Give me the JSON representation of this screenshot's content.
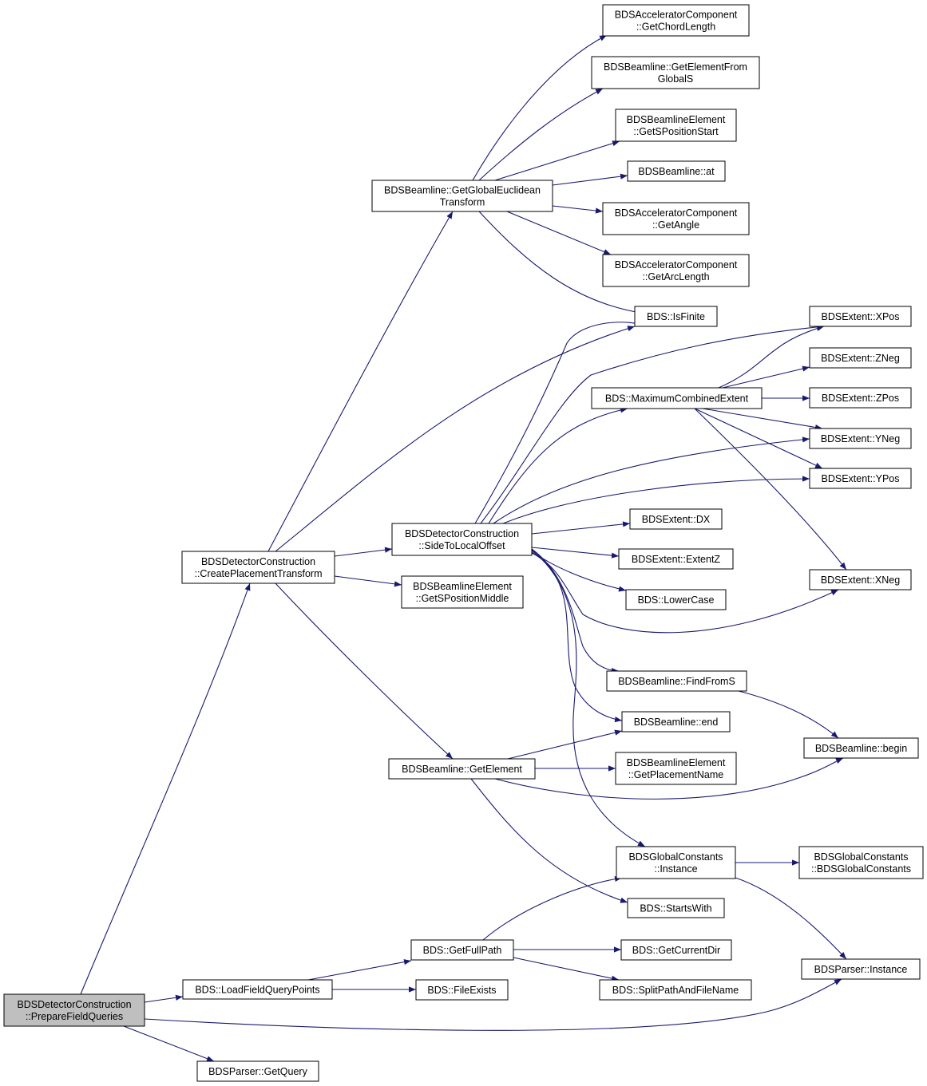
{
  "graph": {
    "nodes": [
      {
        "id": "root",
        "lines": [
          "BDSDetectorConstruction",
          "::PrepareFieldQueries"
        ]
      },
      {
        "id": "create_placement",
        "lines": [
          "BDSDetectorConstruction",
          "::CreatePlacementTransform"
        ]
      },
      {
        "id": "load_field",
        "lines": [
          "BDS::LoadFieldQueryPoints"
        ]
      },
      {
        "id": "get_query",
        "lines": [
          "BDSParser::GetQuery"
        ]
      },
      {
        "id": "get_global_euclidean",
        "lines": [
          "BDSBeamline::GetGlobalEuclidean",
          "Transform"
        ]
      },
      {
        "id": "side_to_local",
        "lines": [
          "BDSDetectorConstruction",
          "::SideToLocalOffset"
        ]
      },
      {
        "id": "get_spos_middle",
        "lines": [
          "BDSBeamlineElement",
          "::GetSPositionMiddle"
        ]
      },
      {
        "id": "get_element",
        "lines": [
          "BDSBeamline::GetElement"
        ]
      },
      {
        "id": "get_full_path",
        "lines": [
          "BDS::GetFullPath"
        ]
      },
      {
        "id": "file_exists",
        "lines": [
          "BDS::FileExists"
        ]
      },
      {
        "id": "get_chord_length",
        "lines": [
          "BDSAcceleratorComponent",
          "::GetChordLength"
        ]
      },
      {
        "id": "get_element_from_global",
        "lines": [
          "BDSBeamline::GetElementFrom",
          "GlobalS"
        ]
      },
      {
        "id": "get_spos_start",
        "lines": [
          "BDSBeamlineElement",
          "::GetSPositionStart"
        ]
      },
      {
        "id": "beamline_at",
        "lines": [
          "BDSBeamline::at"
        ]
      },
      {
        "id": "get_angle",
        "lines": [
          "BDSAcceleratorComponent",
          "::GetAngle"
        ]
      },
      {
        "id": "get_arc_length",
        "lines": [
          "BDSAcceleratorComponent",
          "::GetArcLength"
        ]
      },
      {
        "id": "is_finite",
        "lines": [
          "BDS::IsFinite"
        ]
      },
      {
        "id": "max_combined_extent",
        "lines": [
          "BDS::MaximumCombinedExtent"
        ]
      },
      {
        "id": "extent_dx",
        "lines": [
          "BDSExtent::DX"
        ]
      },
      {
        "id": "extent_z",
        "lines": [
          "BDSExtent::ExtentZ"
        ]
      },
      {
        "id": "lower_case",
        "lines": [
          "BDS::LowerCase"
        ]
      },
      {
        "id": "find_from_s",
        "lines": [
          "BDSBeamline::FindFromS"
        ]
      },
      {
        "id": "beamline_end",
        "lines": [
          "BDSBeamline::end"
        ]
      },
      {
        "id": "get_placement_name",
        "lines": [
          "BDSBeamlineElement",
          "::GetPlacementName"
        ]
      },
      {
        "id": "global_constants_instance",
        "lines": [
          "BDSGlobalConstants",
          "::Instance"
        ]
      },
      {
        "id": "starts_with",
        "lines": [
          "BDS::StartsWith"
        ]
      },
      {
        "id": "get_current_dir",
        "lines": [
          "BDS::GetCurrentDir"
        ]
      },
      {
        "id": "split_path",
        "lines": [
          "BDS::SplitPathAndFileName"
        ]
      },
      {
        "id": "xpos",
        "lines": [
          "BDSExtent::XPos"
        ]
      },
      {
        "id": "zneg",
        "lines": [
          "BDSExtent::ZNeg"
        ]
      },
      {
        "id": "zpos",
        "lines": [
          "BDSExtent::ZPos"
        ]
      },
      {
        "id": "yneg",
        "lines": [
          "BDSExtent::YNeg"
        ]
      },
      {
        "id": "ypos",
        "lines": [
          "BDSExtent::YPos"
        ]
      },
      {
        "id": "xneg",
        "lines": [
          "BDSExtent::XNeg"
        ]
      },
      {
        "id": "beamline_begin",
        "lines": [
          "BDSBeamline::begin"
        ]
      },
      {
        "id": "global_constants_ctor",
        "lines": [
          "BDSGlobalConstants",
          "::BDSGlobalConstants"
        ]
      },
      {
        "id": "parser_instance",
        "lines": [
          "BDSParser::Instance"
        ]
      }
    ],
    "edges": [
      [
        "root",
        "create_placement"
      ],
      [
        "root",
        "load_field"
      ],
      [
        "root",
        "get_query"
      ],
      [
        "root",
        "parser_instance"
      ],
      [
        "create_placement",
        "get_global_euclidean"
      ],
      [
        "create_placement",
        "side_to_local"
      ],
      [
        "create_placement",
        "get_spos_middle"
      ],
      [
        "create_placement",
        "get_element"
      ],
      [
        "create_placement",
        "is_finite"
      ],
      [
        "load_field",
        "get_full_path"
      ],
      [
        "load_field",
        "file_exists"
      ],
      [
        "get_global_euclidean",
        "get_chord_length"
      ],
      [
        "get_global_euclidean",
        "get_element_from_global"
      ],
      [
        "get_global_euclidean",
        "get_spos_start"
      ],
      [
        "get_global_euclidean",
        "beamline_at"
      ],
      [
        "get_global_euclidean",
        "get_angle"
      ],
      [
        "get_global_euclidean",
        "get_arc_length"
      ],
      [
        "get_global_euclidean",
        "is_finite"
      ],
      [
        "side_to_local",
        "is_finite"
      ],
      [
        "side_to_local",
        "xpos"
      ],
      [
        "side_to_local",
        "max_combined_extent"
      ],
      [
        "side_to_local",
        "yneg"
      ],
      [
        "side_to_local",
        "ypos"
      ],
      [
        "side_to_local",
        "extent_dx"
      ],
      [
        "side_to_local",
        "extent_z"
      ],
      [
        "side_to_local",
        "lower_case"
      ],
      [
        "side_to_local",
        "xneg"
      ],
      [
        "side_to_local",
        "find_from_s"
      ],
      [
        "side_to_local",
        "beamline_end"
      ],
      [
        "side_to_local",
        "global_constants_instance"
      ],
      [
        "max_combined_extent",
        "xpos"
      ],
      [
        "max_combined_extent",
        "zneg"
      ],
      [
        "max_combined_extent",
        "zpos"
      ],
      [
        "max_combined_extent",
        "yneg"
      ],
      [
        "max_combined_extent",
        "ypos"
      ],
      [
        "max_combined_extent",
        "xneg"
      ],
      [
        "find_from_s",
        "beamline_begin"
      ],
      [
        "get_element",
        "beamline_end"
      ],
      [
        "get_element",
        "get_placement_name"
      ],
      [
        "get_element",
        "beamline_begin"
      ],
      [
        "get_element",
        "starts_with"
      ],
      [
        "get_full_path",
        "global_constants_instance"
      ],
      [
        "get_full_path",
        "get_current_dir"
      ],
      [
        "get_full_path",
        "split_path"
      ],
      [
        "global_constants_instance",
        "global_constants_ctor"
      ],
      [
        "global_constants_instance",
        "parser_instance"
      ]
    ]
  }
}
